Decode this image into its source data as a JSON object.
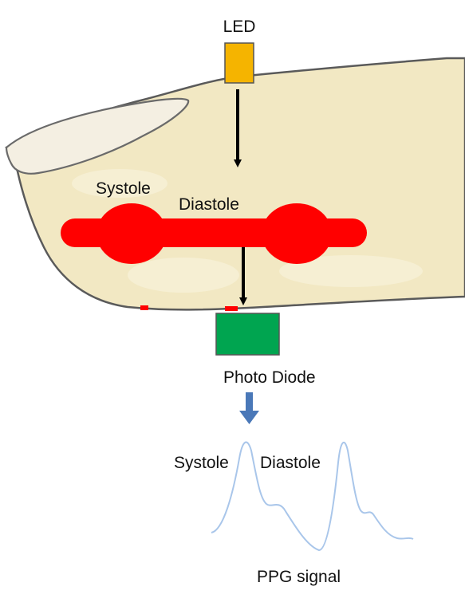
{
  "labels": {
    "led": "LED",
    "systole_vessel": "Systole",
    "diastole_vessel": "Diastole",
    "photo_diode": "Photo Diode",
    "systole_signal": "Systole",
    "diastole_signal": "Diastole",
    "ppg_signal": "PPG signal"
  },
  "colors": {
    "finger_skin": "#f2e8c3",
    "finger_outline": "#5a5a5a",
    "led": "#f5b400",
    "photo_diode": "#00a550",
    "vessel": "#ff0000",
    "arrow_black": "#000000",
    "arrow_blue": "#4a78b8",
    "ppg_wave": "#a9c6ea"
  },
  "icons": {
    "led": "yellow-square",
    "photo_diode": "green-rectangle",
    "light_path": "down-arrow"
  }
}
